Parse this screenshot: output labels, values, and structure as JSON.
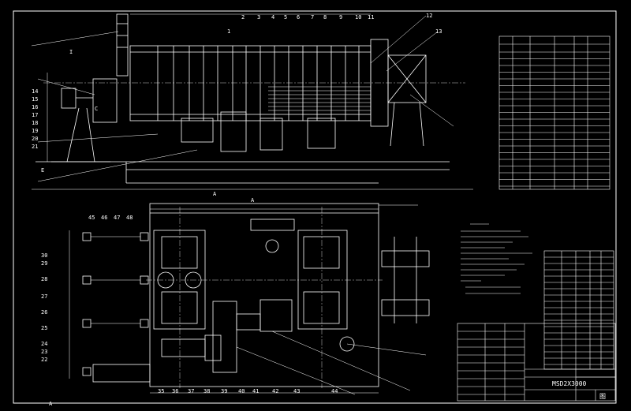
{
  "drawing": {
    "drawing_number": "MSD2X3000",
    "title_mark": "图",
    "elevation_marker": "A",
    "plan_view_marker": "A",
    "section_marker": "I",
    "dimension_marker": "E",
    "dimension_marker_2": "C",
    "footer_marker": "A"
  },
  "callouts_top": [
    "1",
    "2",
    "3",
    "4",
    "5",
    "6",
    "7",
    "8",
    "9",
    "10",
    "11",
    "12",
    "13"
  ],
  "callouts_left_elev": [
    "14",
    "15",
    "16",
    "17",
    "18",
    "19",
    "20",
    "21"
  ],
  "callouts_left_plan": [
    "30",
    "29",
    "28",
    "27",
    "26",
    "25",
    "24",
    "23",
    "22"
  ],
  "callouts_bottom_plan": [
    "35",
    "36",
    "37",
    "38",
    "39",
    "40",
    "41",
    "42",
    "43",
    "44"
  ],
  "callouts_top_plan": [
    "45",
    "46",
    "47",
    "48"
  ],
  "colors": {
    "line": "#ffffff",
    "background": "#000000"
  }
}
